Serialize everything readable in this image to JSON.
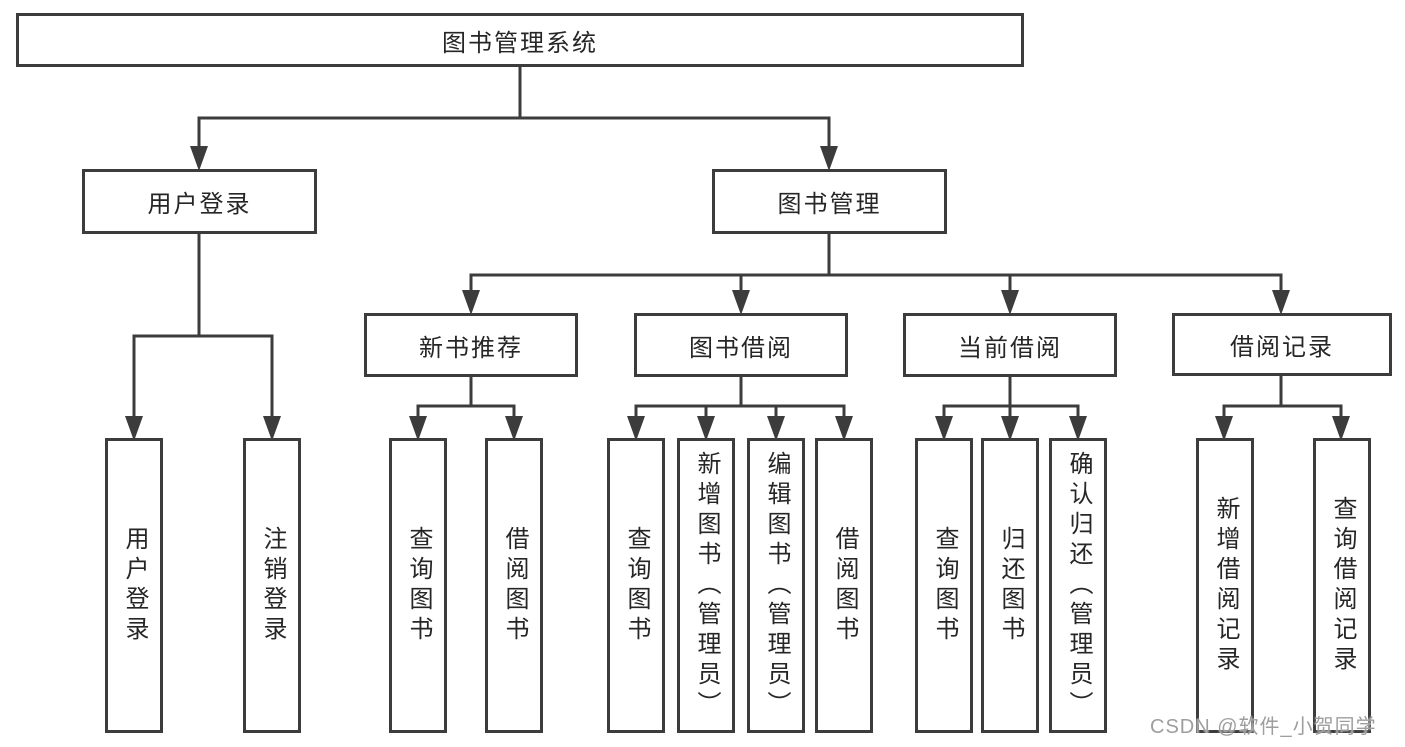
{
  "diagram_title": "图书管理系统",
  "tree": {
    "root": "图书管理系统",
    "branches": [
      {
        "label": "用户登录",
        "children": [
          "用户登录",
          "注销登录"
        ]
      },
      {
        "label": "图书管理",
        "modules": [
          {
            "label": "新书推荐",
            "children": [
              "查询图书",
              "借阅图书"
            ]
          },
          {
            "label": "图书借阅",
            "children": [
              "查询图书",
              "新增图书（管理员）",
              "编辑图书（管理员）",
              "借阅图书"
            ]
          },
          {
            "label": "当前借阅",
            "children": [
              "查询图书",
              "归还图书",
              "确认归还（管理员）"
            ]
          },
          {
            "label": "借阅记录",
            "children": [
              "新增借阅记录",
              "查询借阅记录"
            ]
          }
        ]
      }
    ]
  },
  "watermark": {
    "text": "CSDN @软件_小贺同学",
    "color": "#9e9e9e"
  },
  "colors": {
    "line": "#3c3c3c",
    "box_border": "#3c3c3c",
    "text": "#262626",
    "background": "#ffffff",
    "watermark": "#9e9e9e"
  }
}
